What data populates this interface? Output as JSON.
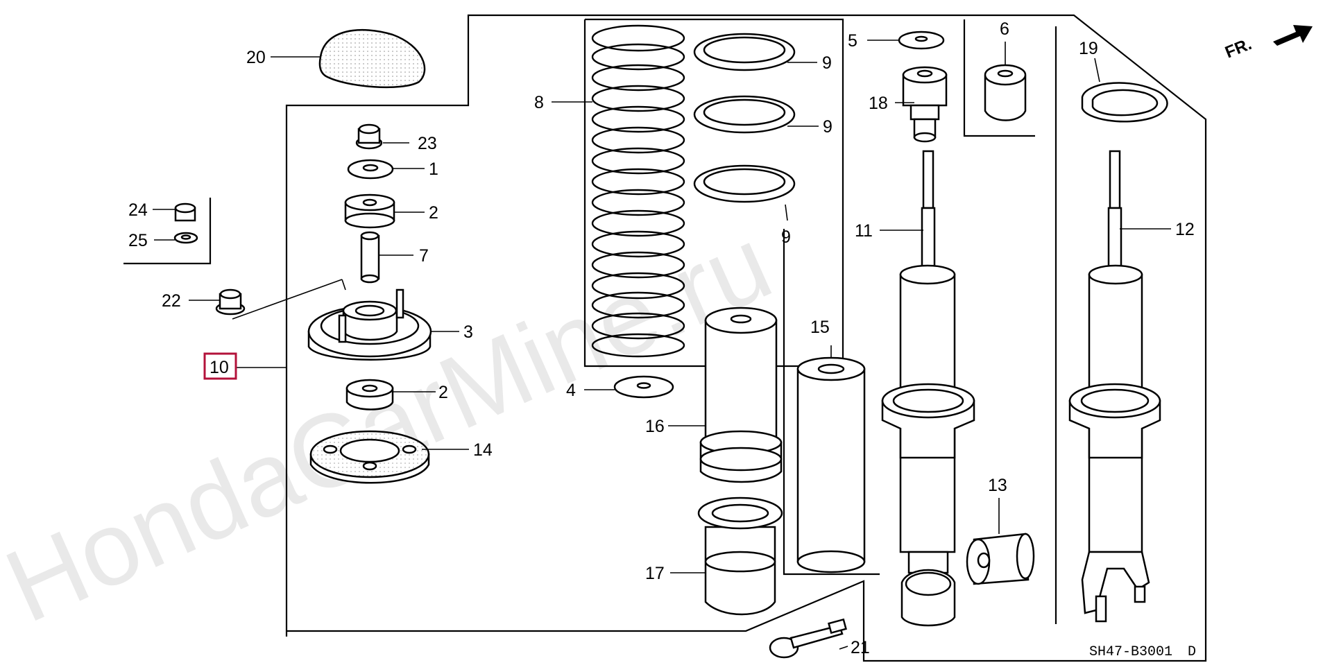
{
  "diagram": {
    "watermark": "HondaCarMine.ru",
    "direction_label": "FR.",
    "drawing_code": "SH47-B3001",
    "drawing_revision": "D",
    "selected_part": "10",
    "callouts": {
      "c1": "1",
      "c2a": "2",
      "c2b": "2",
      "c3": "3",
      "c4": "4",
      "c5": "5",
      "c6": "6",
      "c7": "7",
      "c8": "8",
      "c9a": "9",
      "c9b": "9",
      "c9c": "9",
      "c10": "10",
      "c11": "11",
      "c12": "12",
      "c13": "13",
      "c14": "14",
      "c15": "15",
      "c16": "16",
      "c17": "17",
      "c18": "18",
      "c19": "19",
      "c20": "20",
      "c21": "21",
      "c22": "22",
      "c23": "23",
      "c24": "24",
      "c25": "25"
    },
    "colors": {
      "selection": "#b3123a",
      "line": "#000000",
      "watermark": "#d8d8d8"
    }
  }
}
